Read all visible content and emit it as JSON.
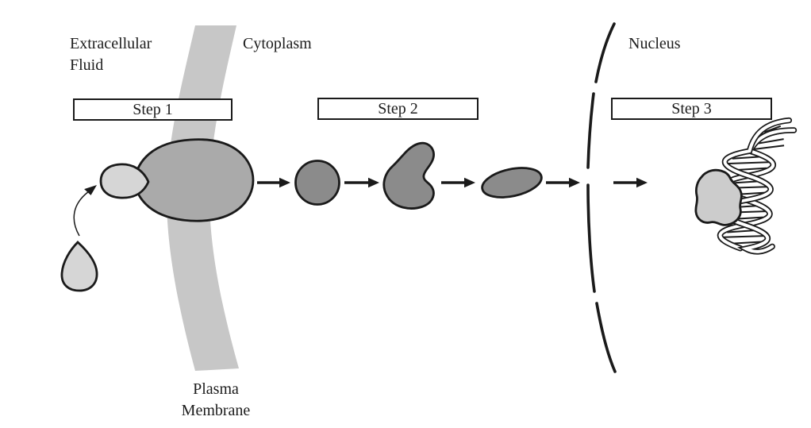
{
  "figure": {
    "kind": "cell-signaling-pathway-diagram",
    "labels": {
      "extracellular_fluid_line1": "Extracellular",
      "extracellular_fluid_line2": "Fluid",
      "cytoplasm": "Cytoplasm",
      "nucleus": "Nucleus",
      "plasma_membrane_line1": "Plasma",
      "plasma_membrane_line2": "Membrane"
    },
    "steps": [
      {
        "label": "Step 1"
      },
      {
        "label": "Step 2"
      },
      {
        "label": "Step 3"
      }
    ],
    "colors": {
      "background": "#ffffff",
      "outline": "#1a1a1a",
      "membrane_band": "#c7c7c7",
      "receptor": "#aaaaaa",
      "signal_molecule": "#d6d6d6",
      "relay_molecules": "#8b8b8b",
      "transcription_factor": "#cccccc",
      "dna_ribbon": "#ffffff"
    }
  }
}
